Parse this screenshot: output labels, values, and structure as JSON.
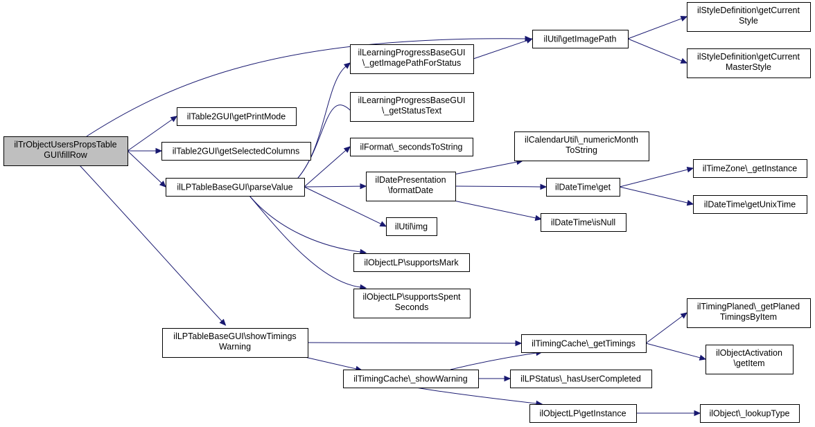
{
  "graph": {
    "nodes": {
      "fillRow": [
        "ilTrObjectUsersPropsTable",
        "GUI\\fillRow"
      ],
      "getPrintMode": [
        "ilTable2GUI\\getPrintMode"
      ],
      "getSelectedColumns": [
        "ilTable2GUI\\getSelectedColumns"
      ],
      "parseValue": [
        "ilLPTableBaseGUI\\parseValue"
      ],
      "showTimingsWarning": [
        "ilLPTableBaseGUI\\showTimings",
        "Warning"
      ],
      "getImagePath": [
        "ilUtil\\getImagePath"
      ],
      "getImagePathForStatus": [
        "ilLearningProgressBaseGUI",
        "\\_getImagePathForStatus"
      ],
      "getStatusText": [
        "ilLearningProgressBaseGUI",
        "\\_getStatusText"
      ],
      "secondsToString": [
        "ilFormat\\_secondsToString"
      ],
      "formatDate": [
        "ilDatePresentation",
        "\\formatDate"
      ],
      "img": [
        "ilUtil\\img"
      ],
      "supportsMark": [
        "ilObjectLP\\supportsMark"
      ],
      "supportsSpentSeconds": [
        "ilObjectLP\\supportsSpent",
        "Seconds"
      ],
      "getTimings": [
        "ilTimingCache\\_getTimings"
      ],
      "showWarning": [
        "ilTimingCache\\_showWarning"
      ],
      "getCurrentStyle": [
        "ilStyleDefinition\\getCurrent",
        "Style"
      ],
      "getCurrentMasterStyle": [
        "ilStyleDefinition\\getCurrent",
        "MasterStyle"
      ],
      "numericMonthToString": [
        "ilCalendarUtil\\_numericMonth",
        "ToString"
      ],
      "dateTimeGet": [
        "ilDateTime\\get"
      ],
      "isNull": [
        "ilDateTime\\isNull"
      ],
      "getInstanceTZ": [
        "ilTimeZone\\_getInstance"
      ],
      "getUnixTime": [
        "ilDateTime\\getUnixTime"
      ],
      "getPlanedTimingsByItem": [
        "ilTimingPlaned\\_getPlaned",
        "TimingsByItem"
      ],
      "getItem": [
        "ilObjectActivation",
        "\\getItem"
      ],
      "hasUserCompleted": [
        "ilLPStatus\\_hasUserCompleted"
      ],
      "getInstanceLP": [
        "ilObjectLP\\getInstance"
      ],
      "lookupType": [
        "ilObject\\_lookupType"
      ]
    },
    "edges": [
      [
        "fillRow",
        "getImagePath"
      ],
      [
        "fillRow",
        "getPrintMode"
      ],
      [
        "fillRow",
        "getSelectedColumns"
      ],
      [
        "fillRow",
        "parseValue"
      ],
      [
        "fillRow",
        "showTimingsWarning"
      ],
      [
        "parseValue",
        "getImagePathForStatus"
      ],
      [
        "parseValue",
        "getStatusText"
      ],
      [
        "parseValue",
        "secondsToString"
      ],
      [
        "parseValue",
        "formatDate"
      ],
      [
        "parseValue",
        "img"
      ],
      [
        "parseValue",
        "supportsMark"
      ],
      [
        "parseValue",
        "supportsSpentSeconds"
      ],
      [
        "getImagePathForStatus",
        "getImagePath"
      ],
      [
        "getImagePath",
        "getCurrentStyle"
      ],
      [
        "getImagePath",
        "getCurrentMasterStyle"
      ],
      [
        "formatDate",
        "numericMonthToString"
      ],
      [
        "formatDate",
        "dateTimeGet"
      ],
      [
        "formatDate",
        "isNull"
      ],
      [
        "dateTimeGet",
        "getInstanceTZ"
      ],
      [
        "dateTimeGet",
        "getUnixTime"
      ],
      [
        "showTimingsWarning",
        "getTimings"
      ],
      [
        "showTimingsWarning",
        "showWarning"
      ],
      [
        "showWarning",
        "getTimings"
      ],
      [
        "showWarning",
        "hasUserCompleted"
      ],
      [
        "showWarning",
        "getInstanceLP"
      ],
      [
        "getTimings",
        "getPlanedTimingsByItem"
      ],
      [
        "getTimings",
        "getItem"
      ],
      [
        "getInstanceLP",
        "lookupType"
      ]
    ]
  }
}
